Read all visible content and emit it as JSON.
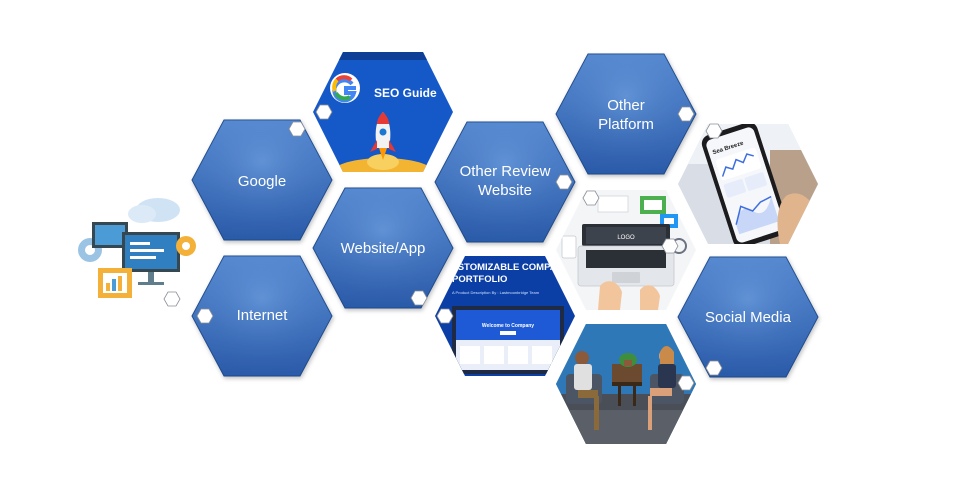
{
  "labels": {
    "google": "Google",
    "internet": "Internet",
    "website_app": "Website/App",
    "other_review_line1": "Other Review",
    "other_review_line2": "Website",
    "other_platform_line1": "Other",
    "other_platform_line2": "Platform",
    "social_media": "Social Media"
  },
  "images": {
    "seo_guide_title": "SEO Guide",
    "portfolio_line1": "CUSTOMIZABLE COMPANY",
    "portfolio_line2": "PORTFOLIO",
    "portfolio_sub": "A Product Description By : Lastmoonbridge Team",
    "portfolio_screen_title": "Welcome to Company",
    "phone_title": "Sea Breeze",
    "laptop_screen_text": "LOGO"
  },
  "colors": {
    "hex_fill_top": "#5b8fd6",
    "hex_fill_bottom": "#2a5aa8",
    "hex_stroke": "#1f4a8a",
    "white": "#ffffff"
  }
}
